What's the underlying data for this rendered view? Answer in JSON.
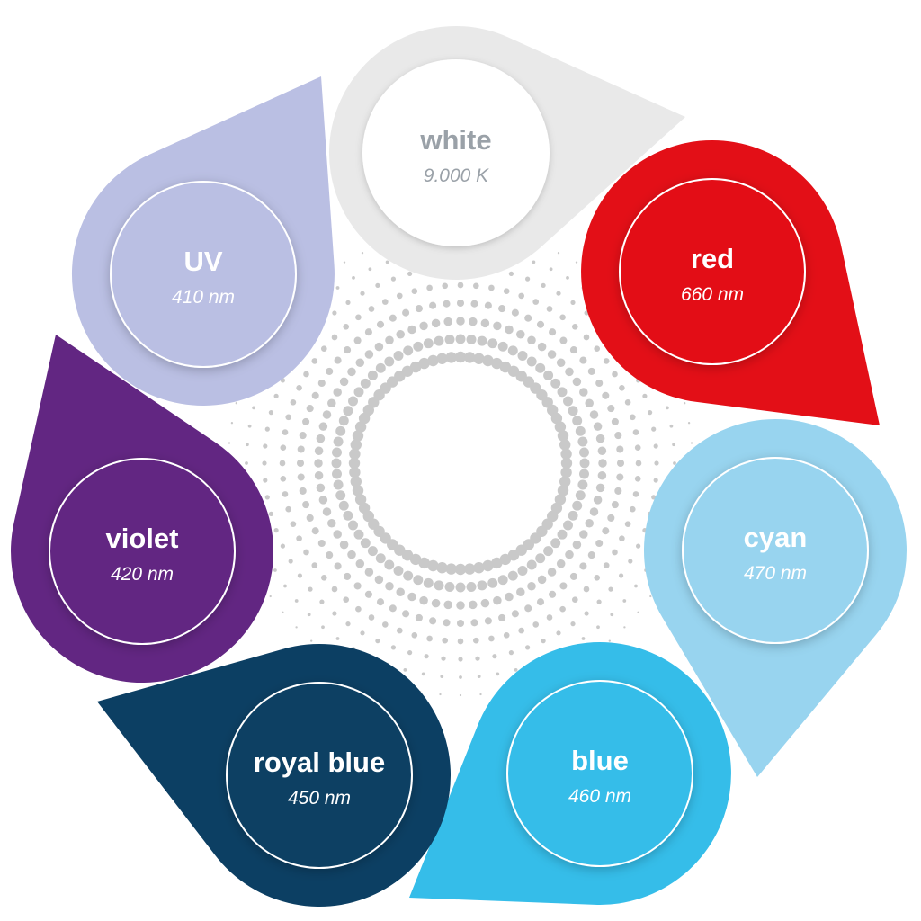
{
  "diagram": {
    "segments": [
      {
        "id": "white",
        "label": "white",
        "value": "9.000 K",
        "color": "#e9e9e9",
        "text_color": "#9aa1a8",
        "ring": false
      },
      {
        "id": "red",
        "label": "red",
        "value": "660 nm",
        "color": "#e30f17",
        "text_color": "#ffffff",
        "ring": true
      },
      {
        "id": "cyan",
        "label": "cyan",
        "value": "470 nm",
        "color": "#98d4ef",
        "text_color": "#ffffff",
        "ring": true
      },
      {
        "id": "blue",
        "label": "blue",
        "value": "460 nm",
        "color": "#35bde9",
        "text_color": "#ffffff",
        "ring": true
      },
      {
        "id": "royal-blue",
        "label": "royal blue",
        "value": "450 nm",
        "color": "#0c3f63",
        "text_color": "#ffffff",
        "ring": true
      },
      {
        "id": "violet",
        "label": "violet",
        "value": "420 nm",
        "color": "#622682",
        "text_color": "#ffffff",
        "ring": true
      },
      {
        "id": "uv",
        "label": "UV",
        "value": "410 nm",
        "color": "#babfe3",
        "text_color": "#ffffff",
        "ring": true
      }
    ],
    "center_dots_color": "#c9c9c9"
  }
}
